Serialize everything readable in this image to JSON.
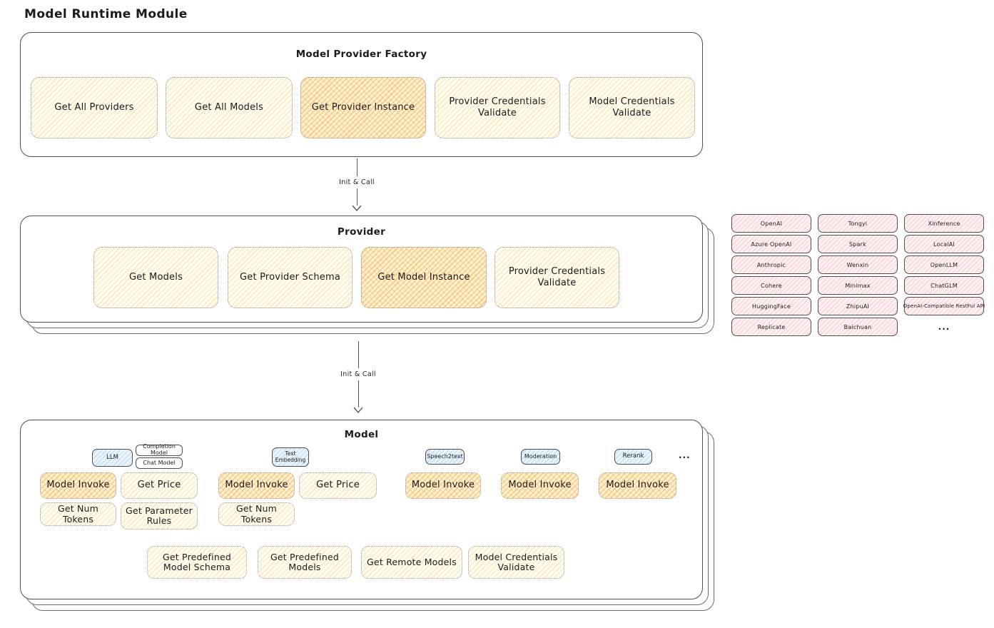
{
  "page_title": "Model Runtime Module",
  "arrows": {
    "init_call_1": "Init & Call",
    "init_call_2": "Init & Call"
  },
  "factory": {
    "title": "Model Provider Factory",
    "functions": [
      "Get All Providers",
      "Get All Models",
      "Get Provider Instance",
      "Provider Credentials Validate",
      "Model Credentials Validate"
    ]
  },
  "provider": {
    "title": "Provider",
    "functions": [
      "Get Models",
      "Get Provider Schema",
      "Get Model Instance",
      "Provider Credentials Validate"
    ]
  },
  "provider_list": {
    "items": [
      "OpenAI",
      "Tongyi",
      "Xinference",
      "Azure OpenAI",
      "Spark",
      "LocalAI",
      "Anthropic",
      "Wenxin",
      "OpenLLM",
      "Cohere",
      "Minimax",
      "ChatGLM",
      "HuggingFace",
      "ZhipuAI",
      "OpenAI-Compatible RestFul API",
      "Replicate",
      "Baichuan"
    ],
    "more": "..."
  },
  "model": {
    "title": "Model",
    "more_tabs": "...",
    "tabs": {
      "llm": "LLM",
      "completion_model": "Completion Model",
      "chat_model": "Chat Model",
      "text_embedding": "Text Embedding",
      "speech2text": "Speech2text",
      "moderation": "Moderation",
      "rerank": "Rerank"
    },
    "functions": {
      "model_invoke": "Model Invoke",
      "get_price": "Get Price",
      "get_num_tokens": "Get Num Tokens",
      "get_parameter_rules": "Get Parameter Rules",
      "get_predefined_model_schema": "Get Predefined Model Schema",
      "get_predefined_models": "Get Predefined Models",
      "get_remote_models": "Get Remote Models",
      "model_credentials_validate": "Model Credentials Validate"
    }
  },
  "colors": {
    "yellow_fill": "#fffcf0",
    "yellow_hatch": "#f0cd7d",
    "orange_fill": "#fff1d2",
    "orange_hatch": "#eda63c",
    "pink_fill": "#fff1f1",
    "pink_hatch": "#e48c8c",
    "blue_fill": "#eaf4fc",
    "blue_hatch": "#7db2e0",
    "stroke": "#4f4f52"
  }
}
